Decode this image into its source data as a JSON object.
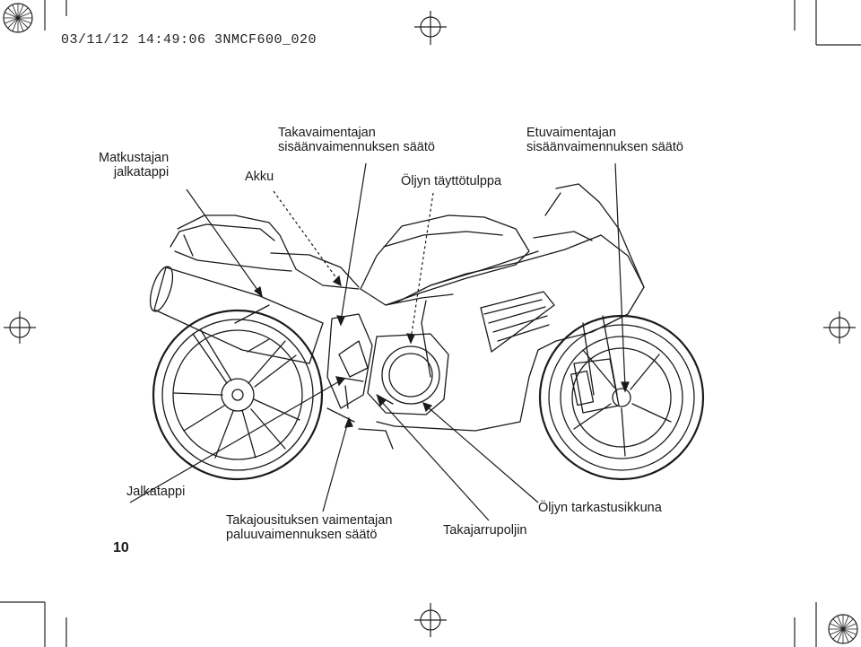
{
  "header": {
    "print_info": "03/11/12 14:49:06 3NMCF600_020"
  },
  "labels": {
    "passenger_footpeg": [
      "Matkustajan",
      "jalkatappi"
    ],
    "battery": "Akku",
    "rear_shock_compression": [
      "Takavaimentajan",
      "sisäänvaimennuksen säätö"
    ],
    "oil_filler_cap": "Öljyn täyttötulppa",
    "front_fork_compression": [
      "Etuvaimentajan",
      "sisäänvaimennuksen säätö"
    ],
    "footpeg": "Jalkatappi",
    "rear_suspension_rebound": [
      "Takajousituksen vaimentajan",
      "paluuvaimennuksen säätö"
    ],
    "rear_brake_pedal": "Takajarrupoljin",
    "oil_check_window": "Öljyn tarkastusikkuna"
  },
  "page_number": "10"
}
